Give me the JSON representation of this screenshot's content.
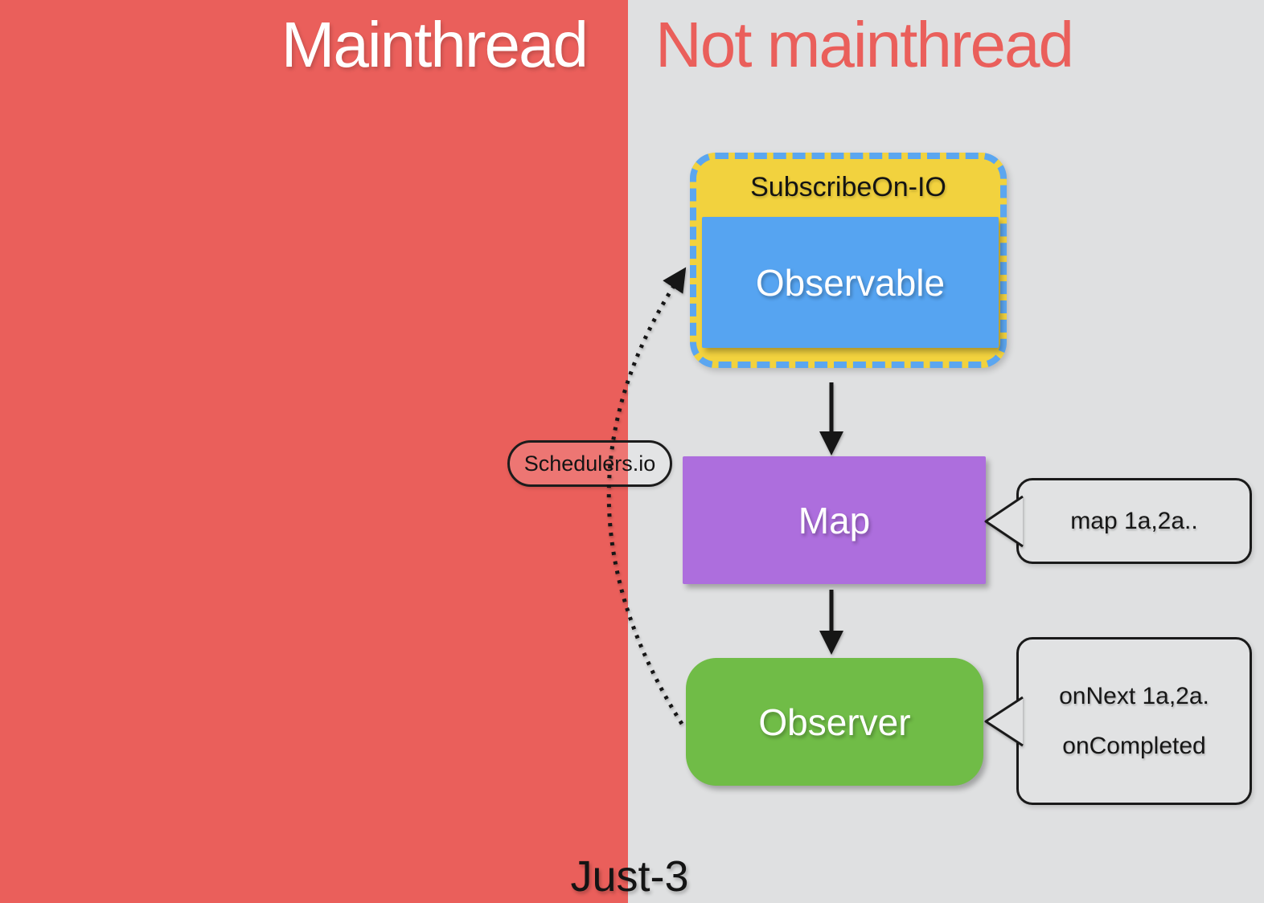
{
  "header": {
    "left": "Mainthread",
    "right": "Not mainthread"
  },
  "diagram": {
    "subscribe_group": {
      "label": "SubscribeOn-IO",
      "observable": "Observable"
    },
    "map_box": "Map",
    "observer_box": "Observer",
    "scheduler_label": "Schedulers.io",
    "callouts": {
      "map": "map  1a,2a..",
      "observer_line1": "onNext  1a,2a.",
      "observer_line2": "onCompleted"
    },
    "flow": [
      "Observable -> Map",
      "Map -> Observer",
      "Observer ..> Observable (dotted, via Schedulers.io)"
    ]
  },
  "footer": {
    "caption": "Just-3"
  },
  "colors": {
    "mainthread_panel": "#ea5f5b",
    "background": "#dfe0e1",
    "subscribe_fill": "#f2d23e",
    "subscribe_dash_border": "#5ba6f0",
    "observable_fill": "#56a4f1",
    "map_fill": "#ad6edd",
    "observer_fill": "#70bc47",
    "arrow": "#161616",
    "bubble_fill": "#e1e2e3",
    "header_left_text": "#ffffff",
    "header_right_text": "#ea5f5b"
  }
}
